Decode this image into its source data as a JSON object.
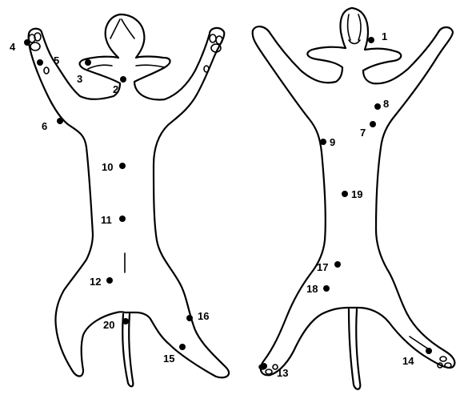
{
  "colors": {
    "line": "#000000",
    "background": "#ffffff"
  },
  "views": [
    "ventral",
    "dorsal"
  ],
  "points": [
    {
      "label": "1",
      "view": "dorsal"
    },
    {
      "label": "2",
      "view": "ventral"
    },
    {
      "label": "3",
      "view": "ventral"
    },
    {
      "label": "4",
      "view": "ventral"
    },
    {
      "label": "5",
      "view": "ventral"
    },
    {
      "label": "6",
      "view": "ventral"
    },
    {
      "label": "7",
      "view": "dorsal"
    },
    {
      "label": "8",
      "view": "dorsal"
    },
    {
      "label": "9",
      "view": "dorsal"
    },
    {
      "label": "10",
      "view": "ventral"
    },
    {
      "label": "11",
      "view": "ventral"
    },
    {
      "label": "12",
      "view": "ventral"
    },
    {
      "label": "13",
      "view": "dorsal"
    },
    {
      "label": "14",
      "view": "dorsal"
    },
    {
      "label": "15",
      "view": "ventral"
    },
    {
      "label": "16",
      "view": "ventral"
    },
    {
      "label": "17",
      "view": "dorsal"
    },
    {
      "label": "18",
      "view": "dorsal"
    },
    {
      "label": "19",
      "view": "dorsal"
    },
    {
      "label": "20",
      "view": "ventral"
    }
  ]
}
